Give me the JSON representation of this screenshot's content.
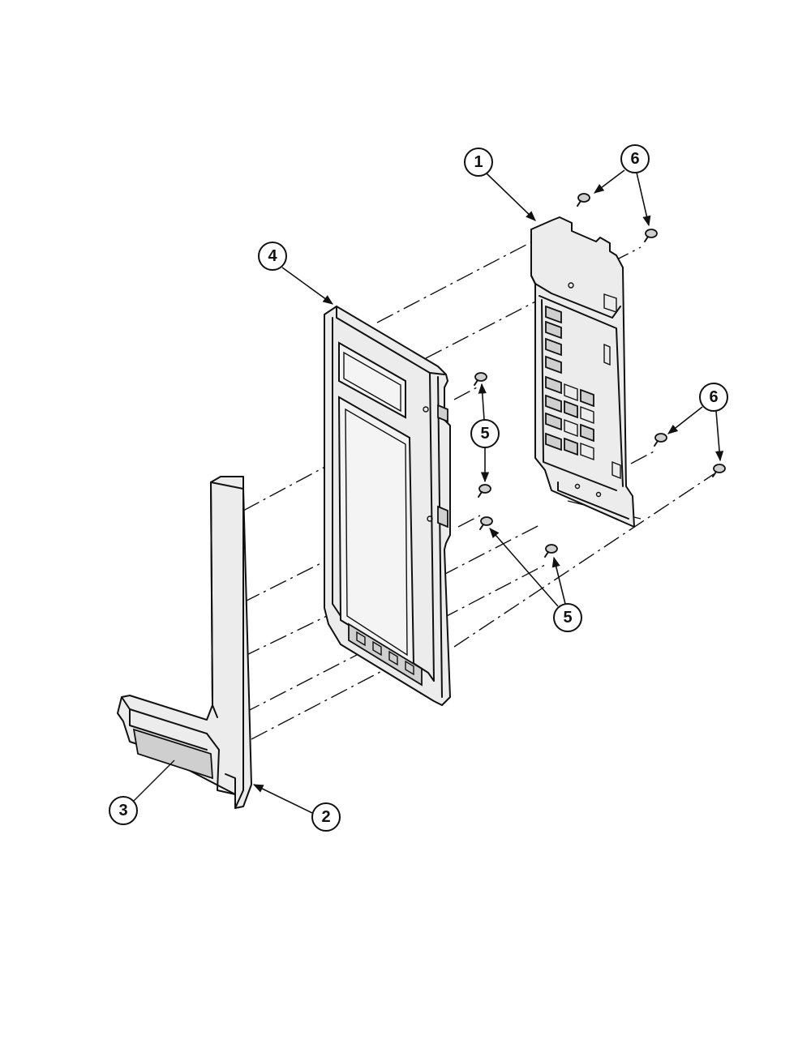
{
  "callouts": [
    {
      "id": "c1",
      "label": "1"
    },
    {
      "id": "c6a",
      "label": "6"
    },
    {
      "id": "c4",
      "label": "4"
    },
    {
      "id": "c6b",
      "label": "6"
    },
    {
      "id": "c5a",
      "label": "5"
    },
    {
      "id": "c5b",
      "label": "5"
    },
    {
      "id": "c3",
      "label": "3"
    },
    {
      "id": "c2",
      "label": "2"
    }
  ]
}
